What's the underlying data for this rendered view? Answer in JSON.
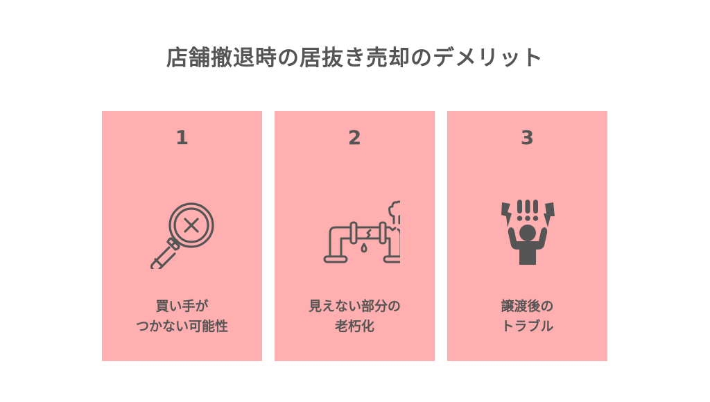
{
  "title": "店舗撤退時の居抜き売却のデメリット",
  "colors": {
    "card_background": "#FFAFB0",
    "text": "#555555",
    "page_background": "#FFFFFF"
  },
  "cards": [
    {
      "number": "1",
      "icon": "magnifier-x-icon",
      "label_lines": [
        "買い手が",
        "つかない可能性"
      ]
    },
    {
      "number": "2",
      "icon": "burst-pipe-icon",
      "label_lines": [
        "見えない部分の",
        "老朽化"
      ]
    },
    {
      "number": "3",
      "icon": "stressed-person-icon",
      "label_lines": [
        "譲渡後の",
        "トラブル"
      ]
    }
  ]
}
